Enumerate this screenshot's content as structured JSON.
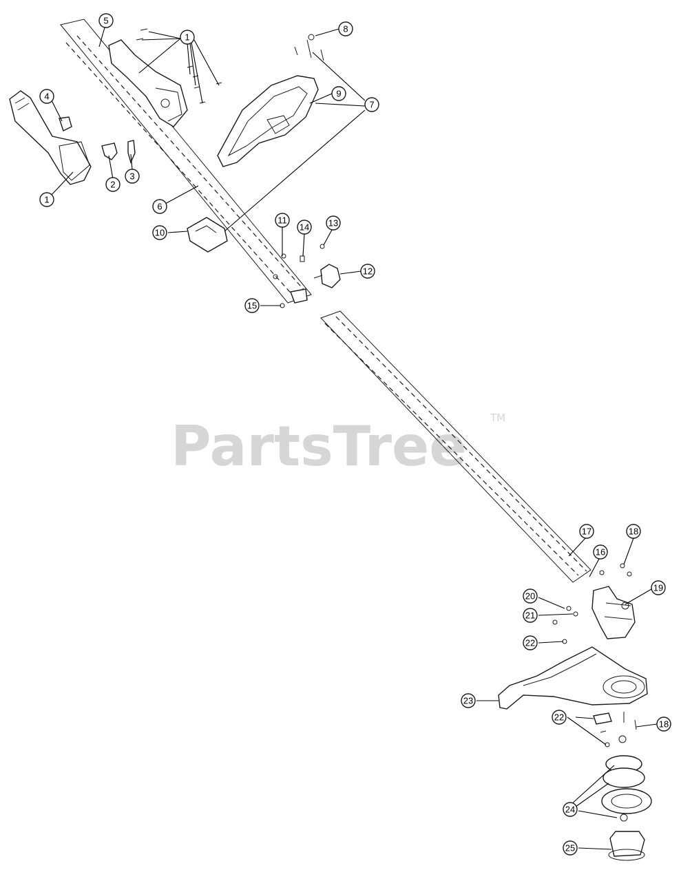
{
  "watermark": {
    "text": "PartsTree",
    "tm": "TM",
    "color": "#d6d6d6"
  },
  "callouts": [
    "1",
    "2",
    "3",
    "4",
    "5",
    "6",
    "7",
    "8",
    "9",
    "10",
    "11",
    "12",
    "13",
    "14",
    "15",
    "16",
    "17",
    "18",
    "19",
    "20",
    "21",
    "22",
    "23",
    "24",
    "25"
  ],
  "colors": {
    "line": "#1a1a1a",
    "background": "#ffffff"
  }
}
